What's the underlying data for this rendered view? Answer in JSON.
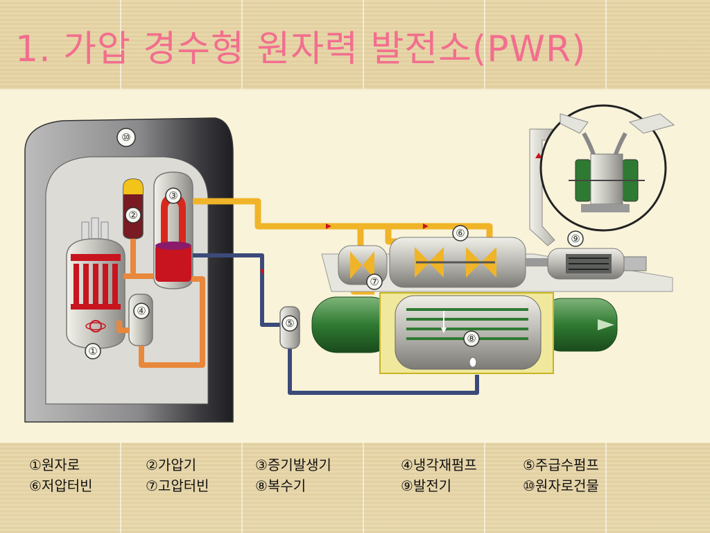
{
  "title": "1. 가압 경수형 원자력 발전소(PWR)",
  "diagram": {
    "markers": [
      "①",
      "②",
      "③",
      "④",
      "⑤",
      "⑥",
      "⑦",
      "⑧",
      "⑨",
      "⑩"
    ]
  },
  "legend": {
    "items": [
      "①원자로",
      "②가압기",
      "③증기발생기",
      "④냉각재펌프",
      "⑤주급수펌프",
      "⑥저압터빈",
      "⑦고압터빈",
      "⑧복수기",
      "⑨발전기",
      "⑩원자로건물"
    ]
  },
  "colors": {
    "title": "#f26e8e",
    "steam_pipe": "#f0b428",
    "hot_loop": "#e8883c",
    "feedwater_pipe": "#3c4a7a",
    "reactor_core": "#c8141e",
    "building_dark": "#2f2f33",
    "condenser_green": "#2f7a32"
  }
}
